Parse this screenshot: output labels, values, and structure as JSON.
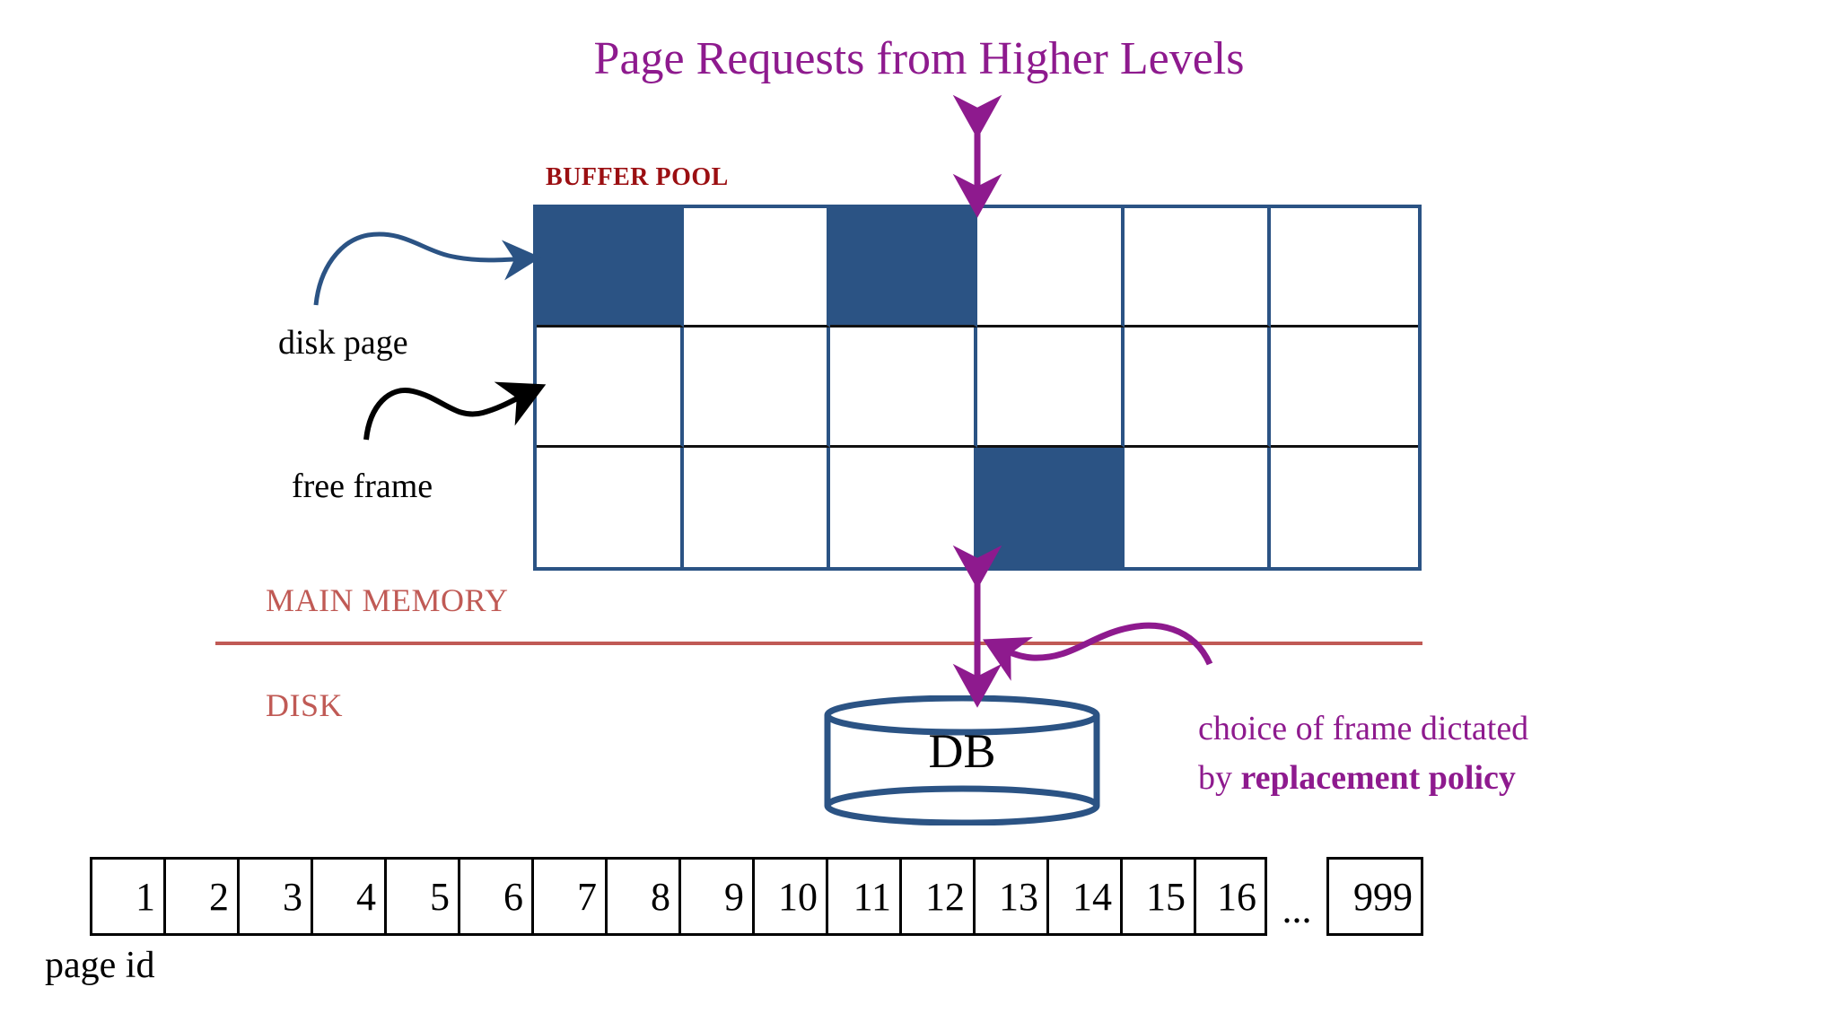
{
  "title": "Page Requests from Higher Levels",
  "labels": {
    "buffer_pool": "BUFFER POOL",
    "main_memory": "MAIN MEMORY",
    "disk": "DISK",
    "disk_page": "disk page",
    "free_frame": "free frame",
    "db": "DB",
    "page_id": "page id",
    "ellipsis": "..."
  },
  "policy_note": {
    "line1": "choice of frame dictated",
    "line2_prefix": "by ",
    "line2_bold": "replacement policy"
  },
  "buffer_pool": {
    "columns": 6,
    "rows": 3,
    "occupied_cells": [
      [
        0,
        0
      ],
      [
        0,
        2
      ],
      [
        2,
        3
      ]
    ],
    "grid": [
      [
        "occupied",
        "free",
        "occupied",
        "free",
        "free",
        "free"
      ],
      [
        "free",
        "free",
        "free",
        "free",
        "free",
        "free"
      ],
      [
        "free",
        "free",
        "free",
        "occupied",
        "free",
        "free"
      ]
    ]
  },
  "page_ids": [
    "1",
    "2",
    "3",
    "4",
    "5",
    "6",
    "7",
    "8",
    "9",
    "10",
    "11",
    "12",
    "13",
    "14",
    "15",
    "16"
  ],
  "last_page_id": "999",
  "colors": {
    "title_purple": "#8e1a8e",
    "buffer_pool_red": "#9b0f12",
    "memory_disk_red": "#c05a55",
    "frame_blue": "#2b5384",
    "grid_black": "#111111",
    "arrow_purple": "#8e1a8e",
    "arrow_blue": "#2b5384",
    "arrow_black": "#000000"
  },
  "icons": {
    "request_arrow": "double-headed-vertical-arrow-icon",
    "disk_arrow": "double-headed-vertical-arrow-icon",
    "disk_page_pointer": "curved-arrow-icon",
    "free_frame_pointer": "curved-arrow-icon",
    "policy_pointer": "curved-arrow-icon",
    "db_cylinder": "database-cylinder-icon"
  }
}
